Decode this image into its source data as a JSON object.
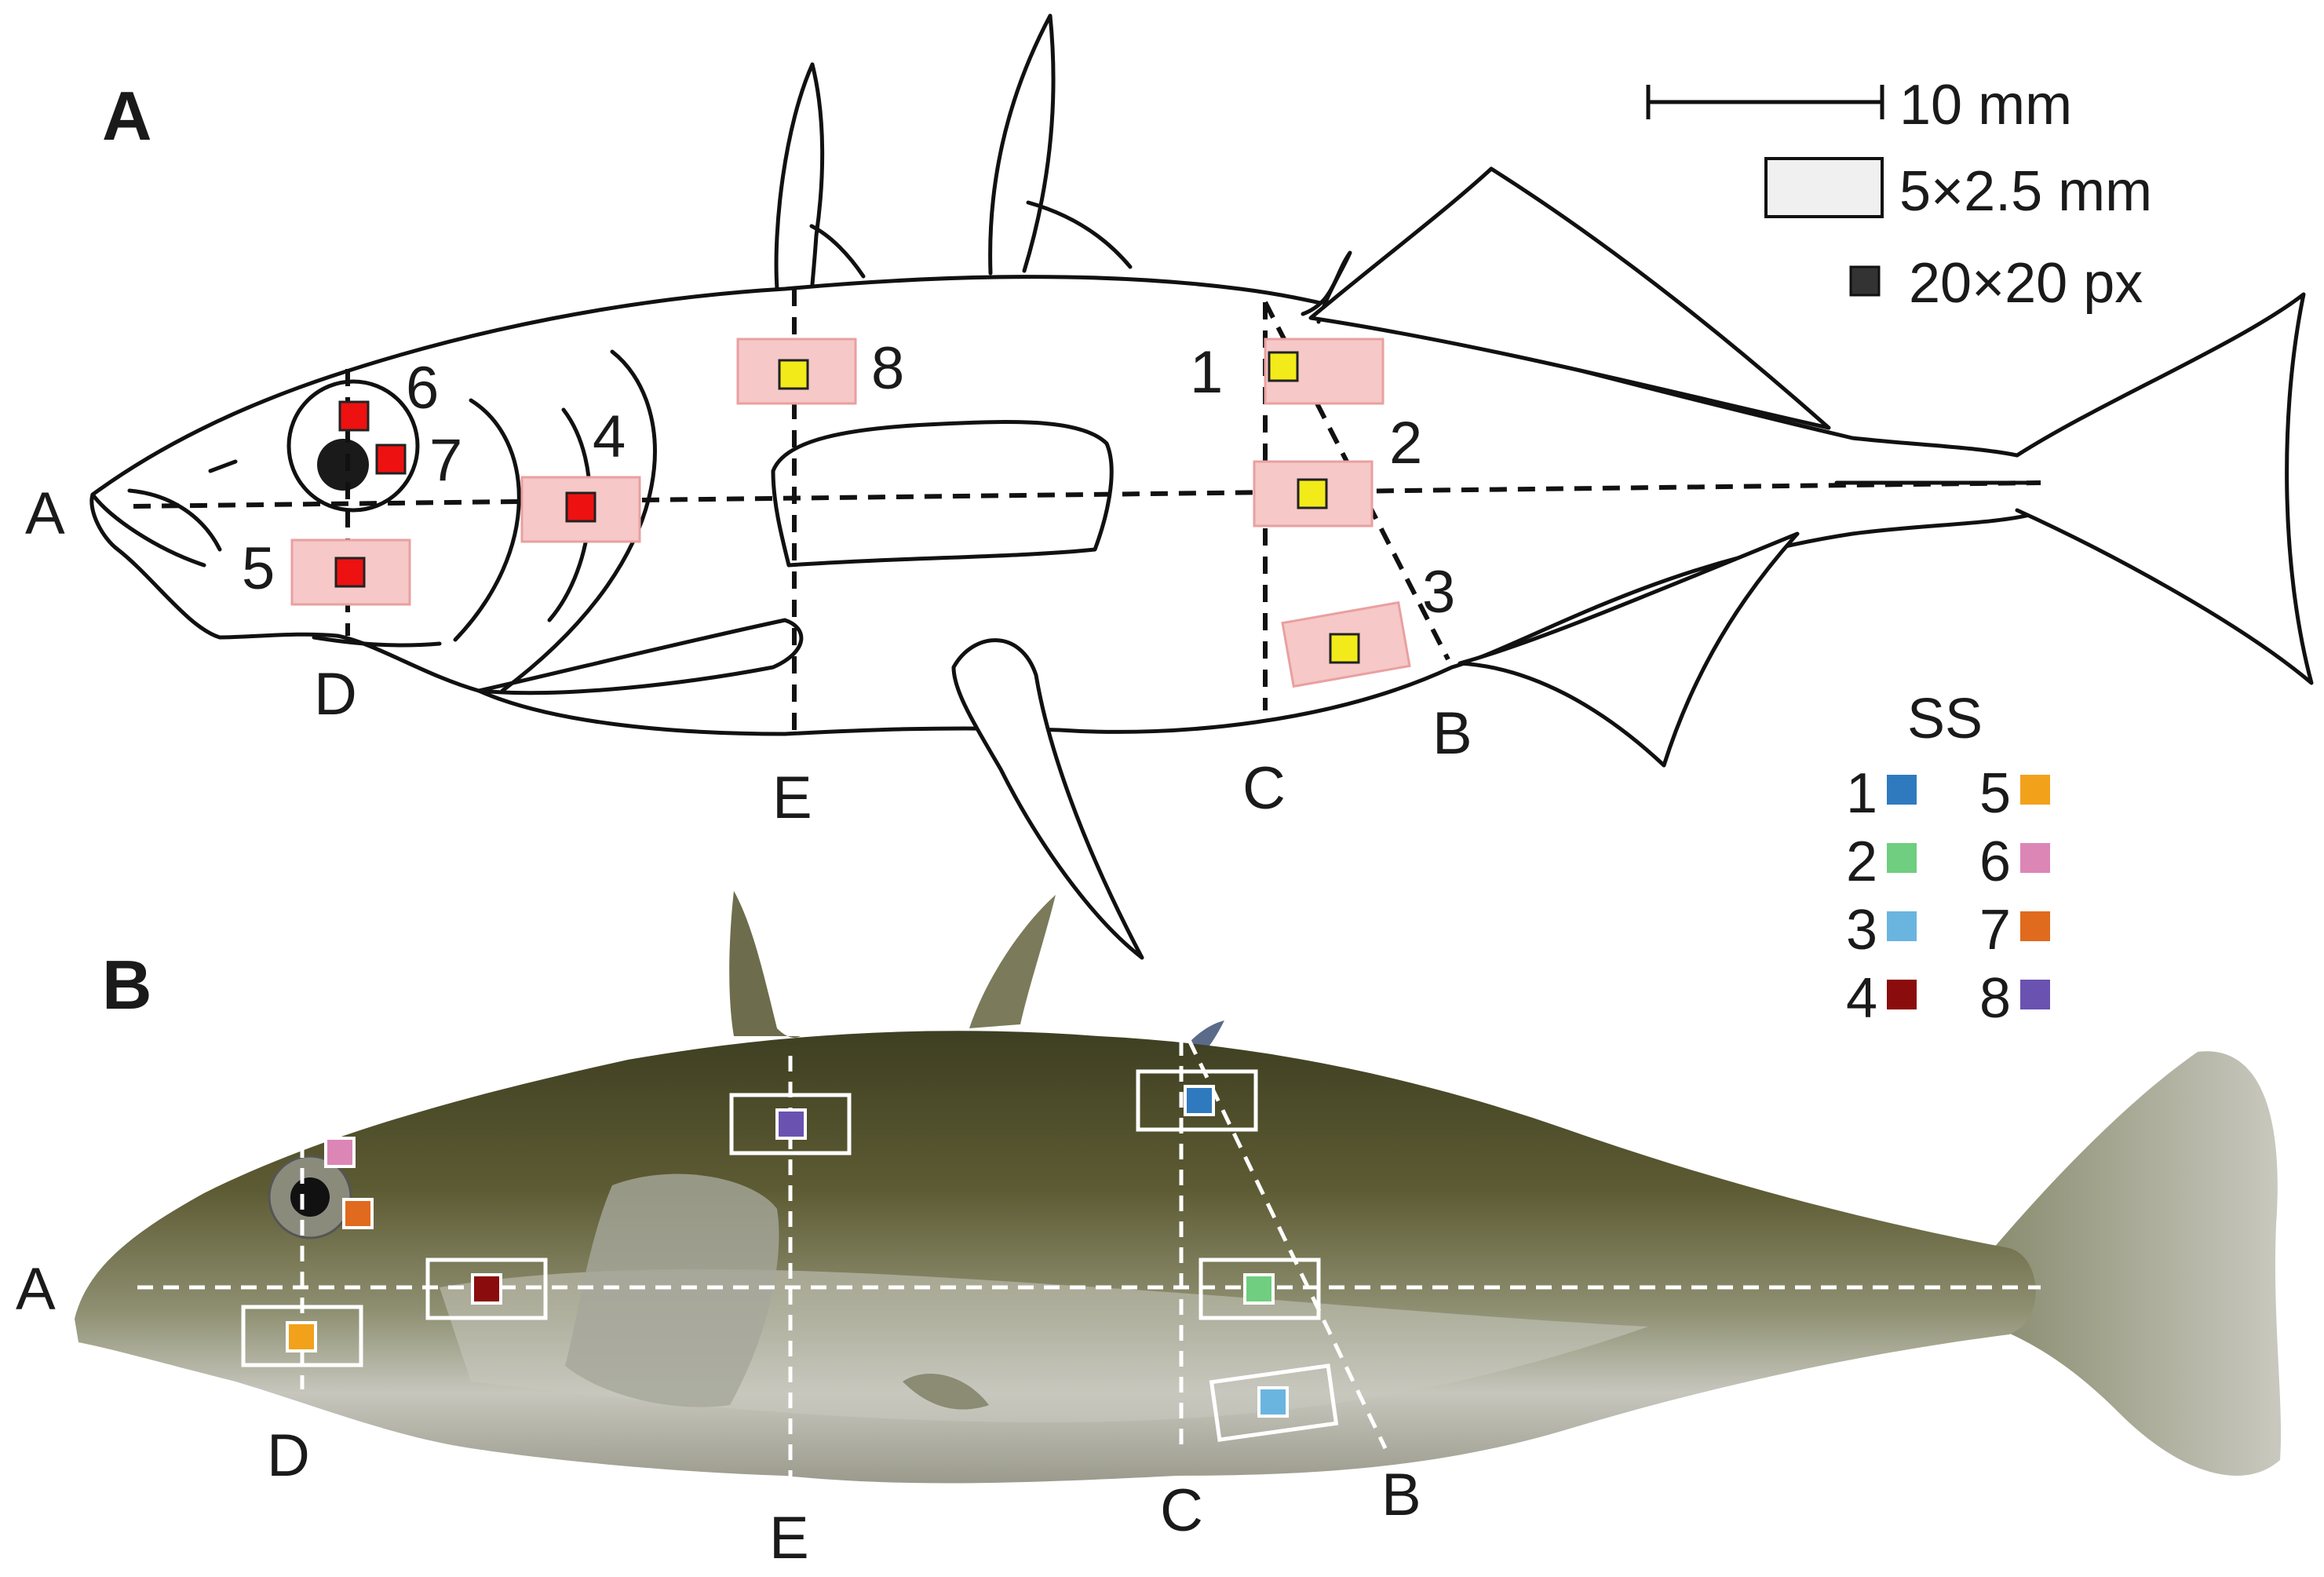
{
  "panels": {
    "a": {
      "label": "A"
    },
    "b": {
      "label": "B"
    }
  },
  "lines": {
    "a": "A",
    "b": "B",
    "c": "C",
    "d": "D",
    "e": "E"
  },
  "sites": {
    "s1": "1",
    "s2": "2",
    "s3": "3",
    "s4": "4",
    "s5": "5",
    "s6": "6",
    "s7": "7",
    "s8": "8"
  },
  "legend": {
    "scale_bar": "10 mm",
    "rect_size": "5×2.5 mm",
    "px_size": "20×20 px",
    "ss_title": "SS",
    "items": [
      {
        "label": "1",
        "color": "#2f7abf"
      },
      {
        "label": "2",
        "color": "#6fce7f"
      },
      {
        "label": "3",
        "color": "#6ab5e0"
      },
      {
        "label": "4",
        "color": "#8b0c0c"
      },
      {
        "label": "5",
        "color": "#f2a11b"
      },
      {
        "label": "6",
        "color": "#dc86b6"
      },
      {
        "label": "7",
        "color": "#e06a1d"
      },
      {
        "label": "8",
        "color": "#6a53b0"
      }
    ]
  },
  "colors": {
    "drawing_sample": "#f2eb19",
    "drawing_sample_head": "#ee1111",
    "drawing_rect_fill": "#f6c8c8",
    "photo_rect": "#ffffff",
    "fish_body": "#5a5a33"
  }
}
